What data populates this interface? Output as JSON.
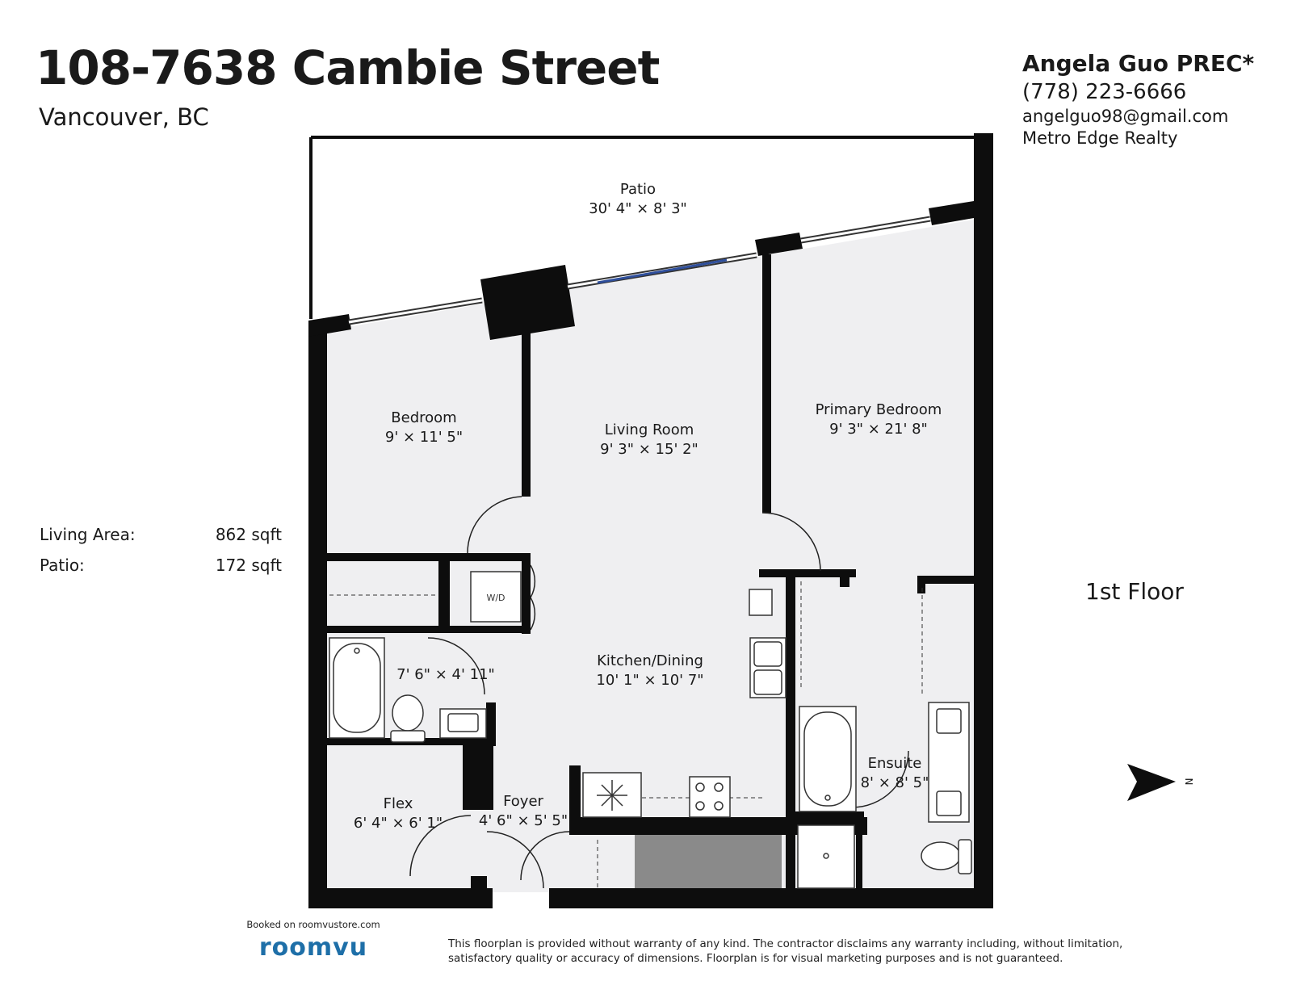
{
  "header": {
    "address": "108-7638 Cambie Street",
    "city": "Vancouver, BC"
  },
  "agent": {
    "name": "Angela Guo PREC*",
    "phone": "(778) 223-6666",
    "email": "angelguo98@gmail.com",
    "company": "Metro Edge Realty"
  },
  "areas": [
    {
      "label": "Living Area:",
      "value": "862 sqft"
    },
    {
      "label": "Patio:",
      "value": "172 sqft"
    }
  ],
  "floor_label": "1st Floor",
  "rooms": {
    "patio": {
      "name": "Patio",
      "dims": "30' 4\" × 8' 3\""
    },
    "bedroom": {
      "name": "Bedroom",
      "dims": "9' × 11' 5\""
    },
    "living": {
      "name": "Living Room",
      "dims": "9' 3\" × 15' 2\""
    },
    "primary": {
      "name": "Primary Bedroom",
      "dims": "9' 3\" × 21' 8\""
    },
    "bath": {
      "dims": "7' 6\" × 4' 11\""
    },
    "kitchen": {
      "name": "Kitchen/Dining",
      "dims": "10' 1\" × 10' 7\""
    },
    "ensuite": {
      "name": "Ensuite",
      "dims": "8' × 8' 5\""
    },
    "flex": {
      "name": "Flex",
      "dims": "6' 4\" × 6' 1\""
    },
    "foyer": {
      "name": "Foyer",
      "dims": "4' 6\" × 5' 5\""
    }
  },
  "fixtures": {
    "wd": "W/D",
    "north": "N"
  },
  "colors": {
    "room_fill": "#efeff1",
    "wall": "#0d0d0d",
    "window_blue": "#2f4f9c",
    "brand": "#1e6fa8",
    "gray_block": "#8a8a8a"
  },
  "footer": {
    "booked": "Booked on roomvustore.com",
    "brand": "roomvu",
    "disclaimer": "This floorplan is provided without warranty of any kind. The contractor disclaims any warranty including, without limitation, satisfactory quality or accuracy of dimensions. Floorplan is for visual marketing purposes and is not guaranteed."
  }
}
